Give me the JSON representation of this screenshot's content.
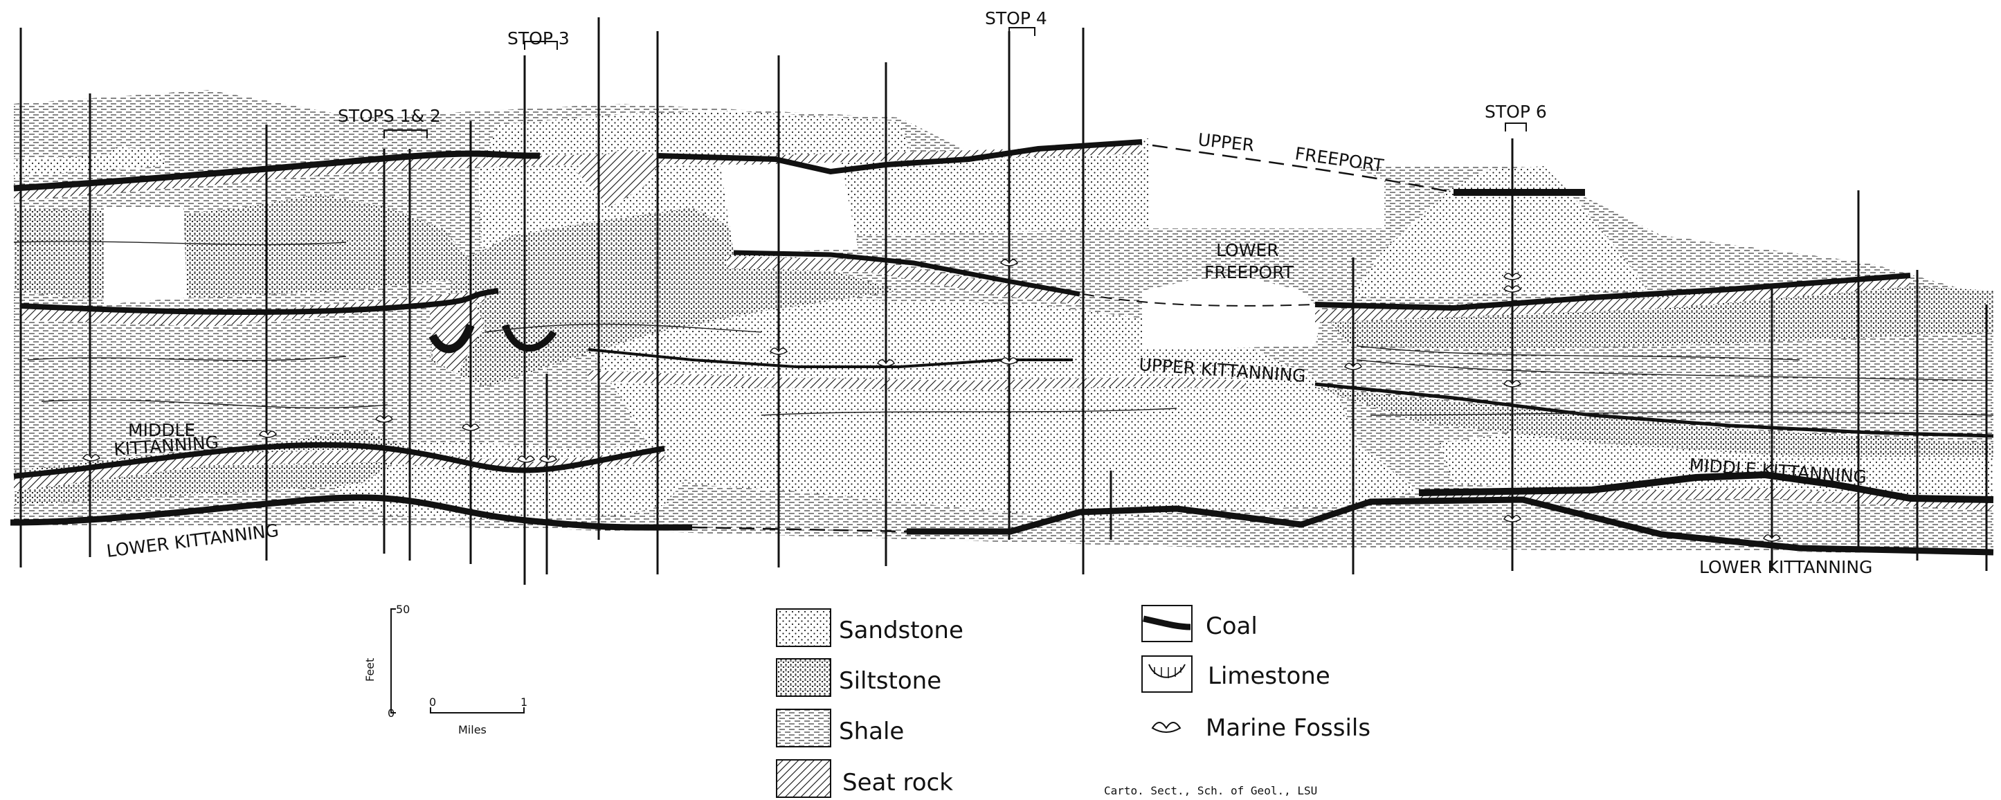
{
  "labels": {
    "stops_1_2": "STOPS 1& 2",
    "stop_3": "STOP 3",
    "stop_4": "STOP 4",
    "stop_6": "STOP 6",
    "upper_freeport_1": "UPPER",
    "upper_freeport_2": "FREEPORT",
    "lower_freeport_1": "LOWER",
    "lower_freeport_2": "FREEPORT",
    "upper_kittanning": "UPPER KITTANNING",
    "middle_kittanning_left_1": "MIDDLE",
    "middle_kittanning_left_2": "KITTANNING",
    "middle_kittanning_right": "MIDDLE KITTANNING",
    "lower_kittanning_left": "LOWER KITTANNING",
    "lower_kittanning_right": "LOWER KITTANNING"
  },
  "scale": {
    "vertical_max": "50",
    "vertical_min": "0",
    "vertical_unit": "Feet",
    "horizontal_min": "0",
    "horizontal_max": "1",
    "horizontal_unit": "Miles"
  },
  "legend": {
    "sandstone": "Sandstone",
    "siltstone": "Siltstone",
    "shale": "Shale",
    "seat_rock": "Seat rock",
    "coal": "Coal",
    "limestone": "Limestone",
    "marine_fossils": "Marine Fossils"
  },
  "credit": "Carto. Sect., Sch. of Geol., LSU",
  "colors": {
    "ink": "#111111",
    "paper": "#ffffff"
  }
}
